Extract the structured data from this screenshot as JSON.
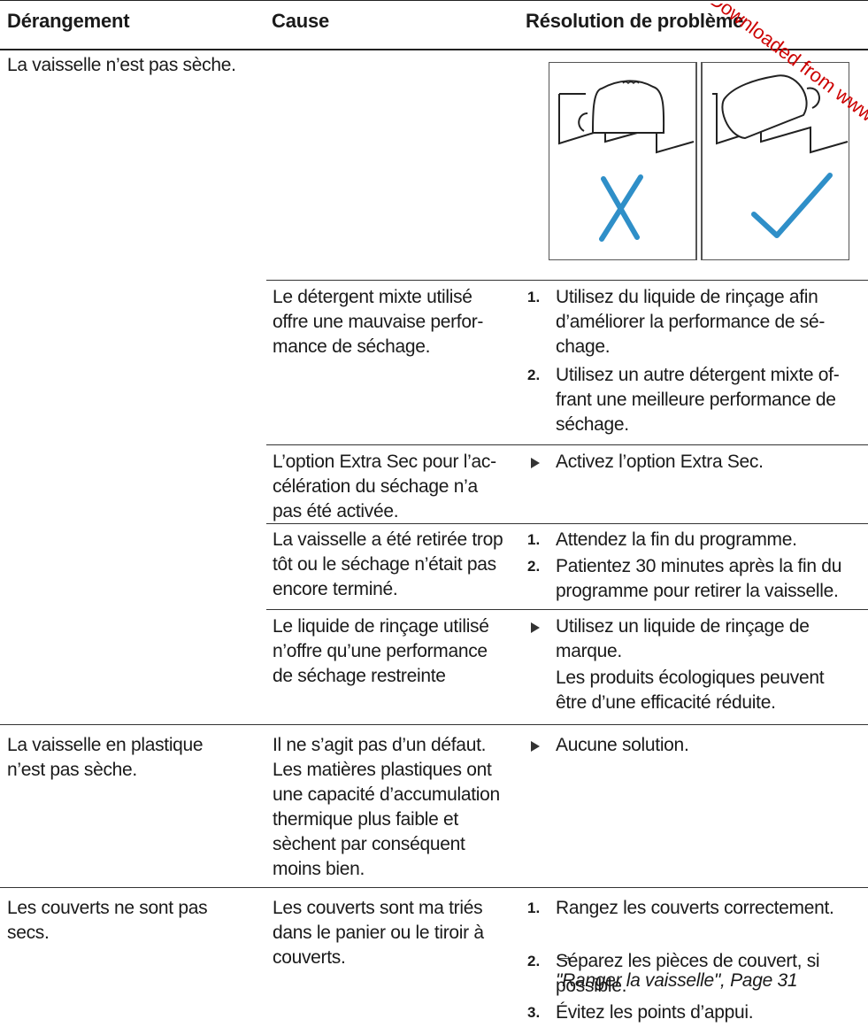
{
  "header": {
    "col1": "Dérangement",
    "col2": "Cause",
    "col3": "Résolution de problème"
  },
  "illustration": {
    "wrong_icon": "cross-icon",
    "right_icon": "checkmark-icon",
    "wrong_color": "#2f8fc8",
    "right_color": "#2f8fc8"
  },
  "rows": {
    "r1": {
      "fault": "La vaisselle n’est pas sèche."
    },
    "r2": {
      "cause": "Le détergent mixte utilisé\noffre une mauvaise perfor-\nmance de séchage.",
      "step1_num": "1.",
      "step1": "Utilisez du liquide de rinçage afin\nd’améliorer la performance de sé-\nchage.",
      "step2_num": "2.",
      "step2": "Utilisez un autre détergent mixte of-\nfrant une meilleure performance de\nséchage."
    },
    "r3": {
      "cause": "L’option Extra Sec pour l’ac-\ncélération du séchage n’a\npas été activée.",
      "action": "Activez l’option Extra Sec."
    },
    "r4": {
      "cause": "La vaisselle a été retirée trop\ntôt ou le séchage n’était pas\nencore terminé.",
      "step1_num": "1.",
      "step1": "Attendez la fin du programme.",
      "step2_num": "2.",
      "step2": "Patientez 30 minutes après la fin du\nprogramme pour retirer la vaisselle."
    },
    "r5": {
      "cause": "Le liquide de rinçage utilisé\nn’offre qu’une performance\nde séchage restreinte",
      "action": "Utilisez un liquide de rinçage de\nmarque.",
      "note": "Les produits écologiques peuvent\nêtre d’une efficacité réduite."
    },
    "r6": {
      "fault": "La vaisselle en plastique\nn’est pas sèche.",
      "cause": "Il ne s’agit pas d’un défaut.\nLes matières plastiques ont\nune capacité d’accumulation\nthermique plus faible et\nsèchent par conséquent\nmoins bien.",
      "action": "Aucune solution."
    },
    "r7": {
      "fault": "Les couverts ne sont pas\nsecs.",
      "cause": "Les couverts sont ma triés\ndans le panier ou le tiroir à\ncouverts.",
      "step1_num": "1.",
      "step1": "Rangez les couverts correctement.",
      "step1_ref_arrow": "→",
      "step1_ref": "\"Ranger la vaisselle\", Page 31",
      "step2_num": "2.",
      "step2": "Séparez les pièces de couvert, si\npossible.",
      "step3_num": "3.",
      "step3": "Évitez les points d’appui."
    }
  },
  "watermark": {
    "text": "Downloaded from www.vandenborre.be",
    "color": "#cc0000"
  }
}
